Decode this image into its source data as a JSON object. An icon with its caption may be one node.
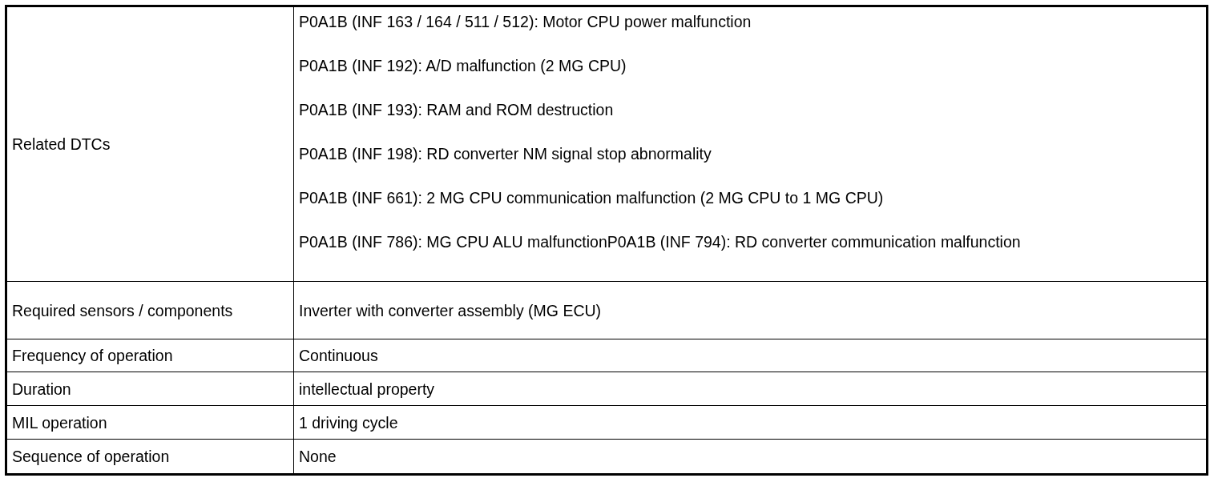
{
  "diagram": {
    "labels": [
      "Related DTCs",
      "P0A1B (INF 163 / 164 / 511 / 512): Motor CPU power malfunction",
      "P0A1B (INF 192): A/D malfunction (2 MG CPU)",
      "P0A1B (INF 193): RAM and ROM destruction",
      "P0A1B (INF 198): RD converter NM signal stop abnormality",
      "P0A1B (INF 661): 2 MG CPU communication malfunction (2 MG CPU to 1 MG CPU)",
      "P0A1B (INF 786): MG CPU ALU malfunctionP0A1B (INF 794): RD converter communication malfunction",
      "Required sensors / components",
      "Inverter with converter assembly (MG ECU)",
      "Frequency of operation",
      "Continuous",
      "Duration",
      "intellectual property",
      "MIL operation",
      "1 driving cycle",
      "Sequence of operation",
      "None"
    ]
  }
}
